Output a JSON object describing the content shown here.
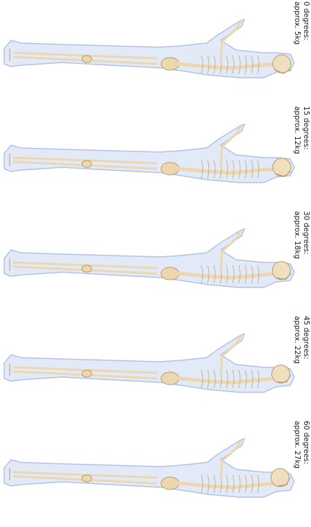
{
  "panels": [
    {
      "degrees_label": "0 degrees:",
      "load_label": "approx. 5kg",
      "neck_angle_deg": 0
    },
    {
      "degrees_label": "15 degrees:",
      "load_label": "approx. 12kg",
      "neck_angle_deg": 15
    },
    {
      "degrees_label": "30 degrees:",
      "load_label": "approx. 18kg",
      "neck_angle_deg": 30
    },
    {
      "degrees_label": "45 degrees:",
      "load_label": "approx. 22kg",
      "neck_angle_deg": 45
    },
    {
      "degrees_label": "60 degrees:",
      "load_label": "approx. 27kg",
      "neck_angle_deg": 60
    }
  ],
  "colors": {
    "body_fill": "#dfe8f7",
    "body_stroke": "#a9bde0",
    "bone": "#ecd7b0",
    "bone_dark": "#b9986a",
    "skull": "#f0dfbe"
  }
}
